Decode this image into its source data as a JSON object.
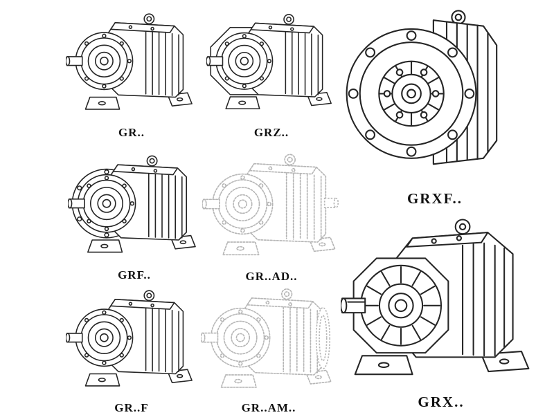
{
  "page": {
    "background": "#ffffff"
  },
  "colors": {
    "line": "#252525",
    "ghost_line": "#b6b6b6",
    "label": "#111111"
  },
  "figures": [
    {
      "label": "GR..",
      "drawing": "foot-mounted-helical-gear-unit-side-view",
      "style": "solid"
    },
    {
      "label": "GRZ..",
      "drawing": "foot-mounted-gear-unit-octagonal-housing",
      "style": "solid"
    },
    {
      "label": "GRXF..",
      "drawing": "flange-mounted-gear-unit-front-view",
      "style": "solid"
    },
    {
      "label": "GRF..",
      "drawing": "flange-foot-gear-unit-side-view",
      "style": "solid"
    },
    {
      "label": "GR..AD..",
      "drawing": "gear-unit-with-input-adapter-ghost-outline",
      "style": "ghost"
    },
    {
      "label": "GR..F",
      "drawing": "foot-mounted-gear-unit-side-view",
      "style": "solid"
    },
    {
      "label": "GR..AM..",
      "drawing": "gear-unit-with-motor-flange-ghost-outline",
      "style": "ghost"
    },
    {
      "label": "GRX..",
      "drawing": "large-foot-mounted-gear-unit-side-view",
      "style": "solid"
    }
  ]
}
